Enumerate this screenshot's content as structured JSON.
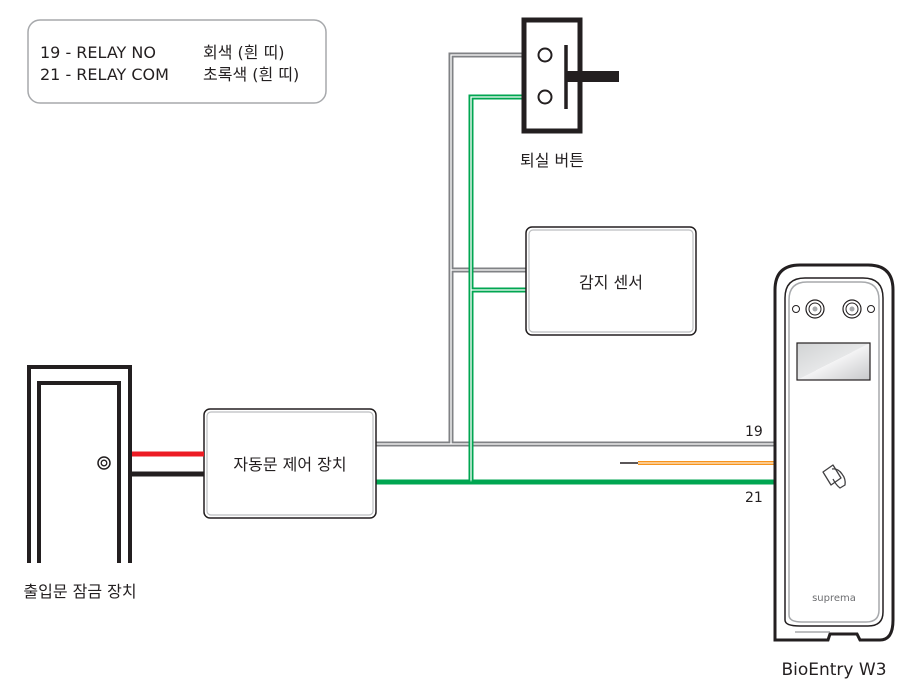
{
  "legend": {
    "rows": [
      {
        "pin": "19 - RELAY NO",
        "color": "회색 (흰 띠)"
      },
      {
        "pin": "21 - RELAY COM",
        "color": "초록색 (흰 띠)"
      }
    ]
  },
  "devices": {
    "exit_button": "퇴실 버튼",
    "sensor": "감지 센서",
    "door_controller": "자동문 제어 장치",
    "door_lock": "출입문 잠금 장치",
    "reader": "BioEntry W3",
    "reader_brand": "suprema"
  },
  "wire_labels": {
    "relay_no_pin": "19",
    "relay_com_pin": "21"
  },
  "wire_colors": {
    "relay_no": "#808285",
    "relay_com": "#00a651",
    "extra": "#f7941d",
    "lock_positive": "#ed1c24",
    "lock_negative": "#231f20"
  }
}
